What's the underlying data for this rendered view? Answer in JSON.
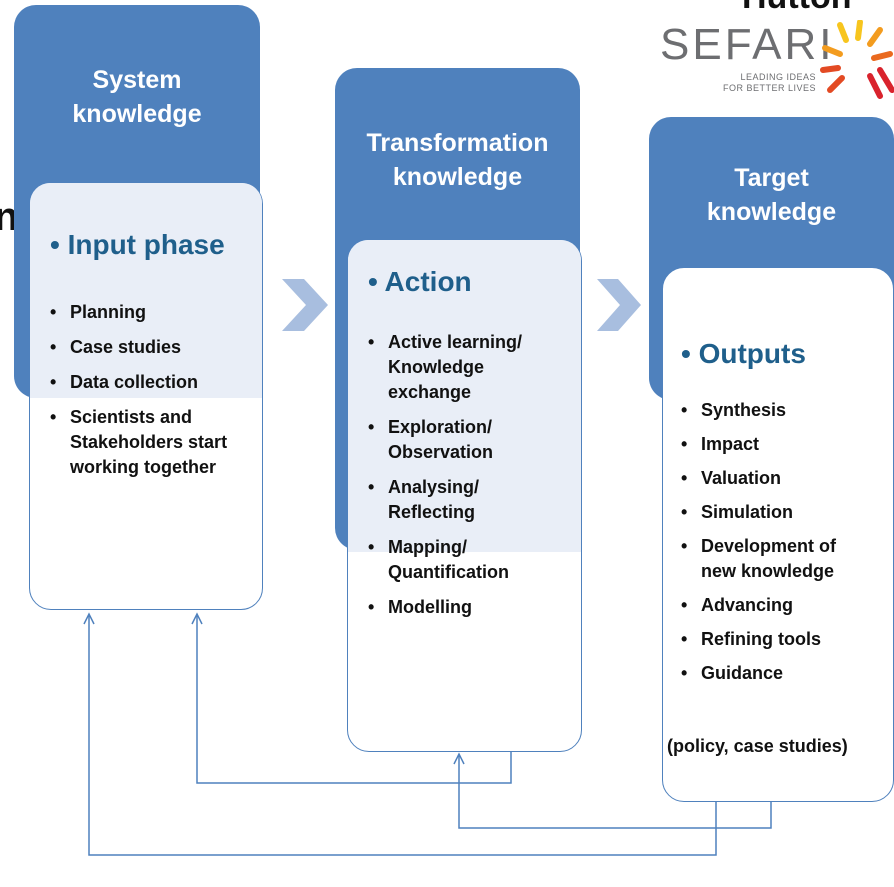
{
  "logo": {
    "top_text": "Hutton",
    "word": "SEFARI",
    "tagline_1": "LEADING IDEAS",
    "tagline_2": "FOR BETTER LIVES"
  },
  "left_fragment": "n",
  "columns": [
    {
      "title_1": "System",
      "title_2": "knowledge",
      "phase": "• Input phase",
      "items": [
        "Planning",
        "Case studies",
        "Data collection",
        "Scientists and",
        "Stakeholders start",
        "working together"
      ]
    },
    {
      "title_1": "Transformation",
      "title_2": "knowledge",
      "phase": "• Action",
      "items": [
        "Active learning/",
        "Knowledge",
        "exchange",
        "Exploration/",
        "Observation",
        "Analysing/",
        "Reflecting",
        "Mapping/",
        "Quantification",
        "Modelling"
      ]
    },
    {
      "title_1": "Target",
      "title_2": "knowledge",
      "phase": "• Outputs",
      "items": [
        "Synthesis",
        "Impact",
        "Valuation",
        "Simulation",
        "Development of",
        "new knowledge",
        "Advancing",
        "Refining tools",
        "Guidance",
        "(policy, case studies)"
      ]
    }
  ],
  "colors": {
    "header_blue": "#4f81bd",
    "card_tint": "#e9eef7",
    "phase_text": "#1f5f8b",
    "chevron": "#a8bedf",
    "line": "#4f81bd"
  }
}
